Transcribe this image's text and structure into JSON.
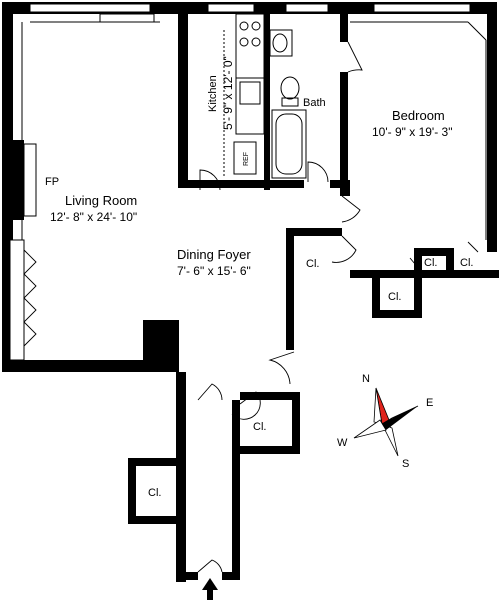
{
  "rooms": {
    "living": {
      "name": "Living Room",
      "dims": "12'- 8\" x 24'- 10\""
    },
    "fireplace": {
      "label": "FP"
    },
    "kitchen": {
      "name": "Kitchen",
      "dims": "5'- 9\" x 12'- 0\""
    },
    "fridge": {
      "label": "REF"
    },
    "bath": {
      "name": "Bath"
    },
    "bedroom": {
      "name": "Bedroom",
      "dims": "10'- 9\" x 19'- 3\""
    },
    "dining": {
      "name": "Dining Foyer",
      "dims": "7'- 6\" x 15'- 6\""
    }
  },
  "closets": {
    "label": "Cl."
  },
  "compass": {
    "n": "N",
    "e": "E",
    "s": "S",
    "w": "W",
    "needle_color": "#e0231c"
  }
}
